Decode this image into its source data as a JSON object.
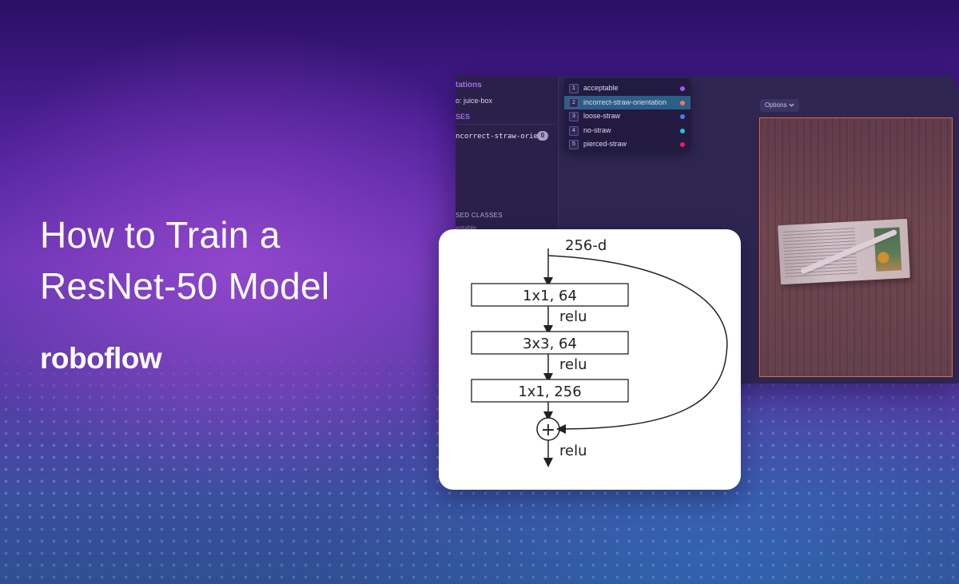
{
  "headline": {
    "line1": "How to Train a",
    "line2": "ResNet-50 Model"
  },
  "brand": "roboflow",
  "app": {
    "sidebar": {
      "title": "tations",
      "group": "o: juice-box",
      "classes_header": "SES",
      "class_item": {
        "label": "ncorrect-straw-orie…",
        "count": "0"
      },
      "unused_header": "SED CLASSES",
      "unused_stub": "eptable"
    },
    "class_list": [
      {
        "num": "1",
        "label": "acceptable",
        "color": "#a855f7",
        "selected": false
      },
      {
        "num": "2",
        "label": "incorrect-straw-orientation",
        "color": "#f97366",
        "selected": true
      },
      {
        "num": "3",
        "label": "loose-straw",
        "color": "#3b82f6",
        "selected": false
      },
      {
        "num": "4",
        "label": "no-straw",
        "color": "#22c3d6",
        "selected": false
      },
      {
        "num": "5",
        "label": "pierced-straw",
        "color": "#e91e63",
        "selected": false
      }
    ],
    "options_button": "Options",
    "options_icon": "chevron-down-icon",
    "bbox_color": "#e16a34"
  },
  "diagram": {
    "input_label": "256-d",
    "layers": [
      "1x1, 64",
      "3x3, 64",
      "1x1, 256"
    ],
    "activation": "relu",
    "merge_symbol": "+"
  },
  "colors": {
    "background_top": "#2a0f63",
    "background_mid": "#6a35b4",
    "background_bottom": "#2f4f92",
    "text": "#ffffff"
  }
}
